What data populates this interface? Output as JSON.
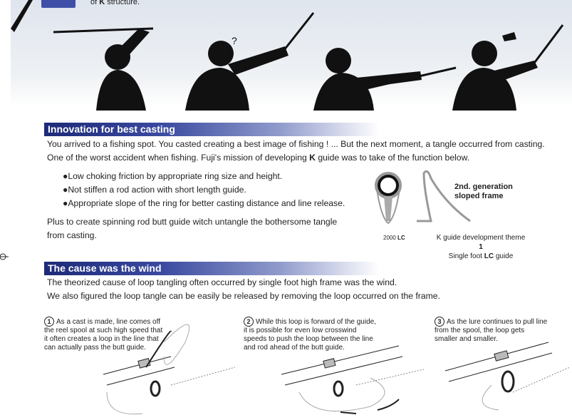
{
  "top": {
    "caption_prefix": "of ",
    "caption_bold": "K",
    "caption_suffix": " structure."
  },
  "section1": {
    "title": "Innovation for best casting",
    "para1": "You arrived to a fishing spot. You casted creating a best image of fishing ! ... But the next moment, a tangle occurred from casting.",
    "para2a": "One of the worst accident when fishing. Fuji's mission of developing ",
    "para2b": "K",
    "para2c": " guide was to take of the function below.",
    "bullets": [
      "Low choking friction by appropriate ring size and height.",
      "Not stiffen a rod action with short length guide.",
      "Appropriate slope of the ring for better casting distance and line release."
    ],
    "para3a": "Plus to create spinning rod butt guide witch untangle the bothersome tangle",
    "para3b": "from casting.",
    "figure": {
      "label_sloped": "2nd. generation sloped frame",
      "label_2000": "2000",
      "label_lc": "LC",
      "caption1a": "K guide development theme ",
      "caption1b": "1",
      "caption2a": "Single foot ",
      "caption2b": "LC",
      "caption2c": " guide"
    }
  },
  "section2": {
    "title": "The cause was the wind",
    "para1": "The theorized cause of loop tangling often occurred by single foot high frame was the wind.",
    "para2": "We also figured the loop tangle can be easily be released by removing the loop occurred on the frame.",
    "steps": [
      {
        "num": "1",
        "text": "As a cast is made, line comes off the reel spool at such high speed that it often creates a loop in the line that can actually pass the butt guide."
      },
      {
        "num": "2",
        "text": "While this loop is forward of the guide, it is possible for even low crosswind speeds to push the loop between the line and rod ahead of the butt guide."
      },
      {
        "num": "3",
        "text": "As the lure continues to pull line from the spool, the loop gets smaller and smaller."
      }
    ]
  }
}
